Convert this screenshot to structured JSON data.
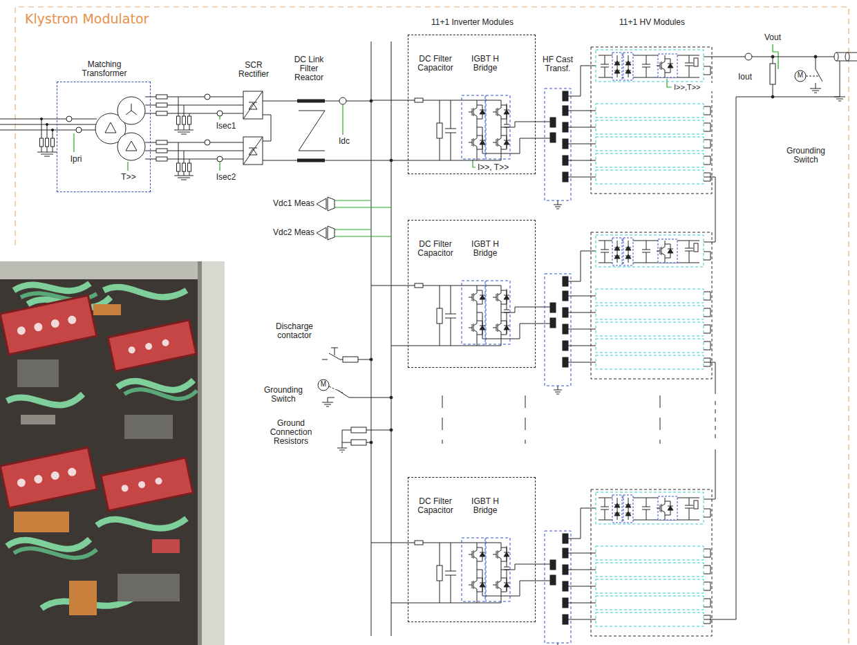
{
  "diagram": {
    "title": "Klystron Modulator",
    "nodes": [
      {
        "text": [
          "Matching Transformer"
        ]
      },
      {
        "text": [
          "DC Filter Capacitor",
          "IGBT H Bridge"
        ]
      },
      {
        "text": [
          "DC Filter Capacitor",
          "IGBT H Bridge"
        ]
      },
      {
        "text": [
          "DC Filter Capacitor",
          "IGBT H Bridge"
        ]
      }
    ],
    "labels": [
      "SCR Rectifier",
      "DC Link Filter Reactor",
      "11+1 Inverter Modules",
      "11+1 HV Modules",
      "HF Cast Transf.",
      "Vout",
      "Iout",
      "Grounding Switch",
      "M",
      "Ipri",
      "T>>",
      "Isec1",
      "Isec2",
      "Idc",
      "I>>, T>>",
      "I>>,T>>",
      "Vdc1 Meas",
      "Vdc2 Meas",
      "Discharge contactor",
      "Grounding Switch",
      "M",
      "Ground Connection Resistors"
    ]
  }
}
